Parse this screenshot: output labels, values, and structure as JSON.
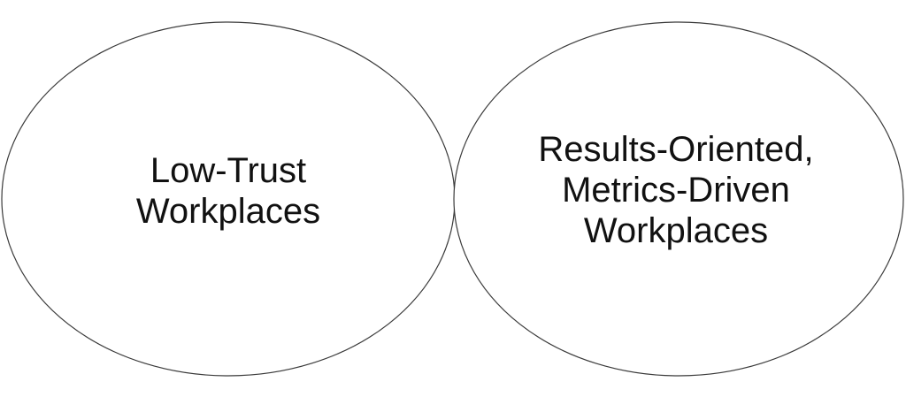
{
  "diagram": {
    "left_circle": {
      "lines": [
        "Low-Trust",
        "Workplaces"
      ]
    },
    "right_circle": {
      "lines": [
        "Results-Oriented,",
        "Metrics-Driven",
        "Workplaces"
      ]
    },
    "colors": {
      "outline": "#3a3a3a",
      "fill": "#ffffff",
      "text": "#111111"
    }
  }
}
